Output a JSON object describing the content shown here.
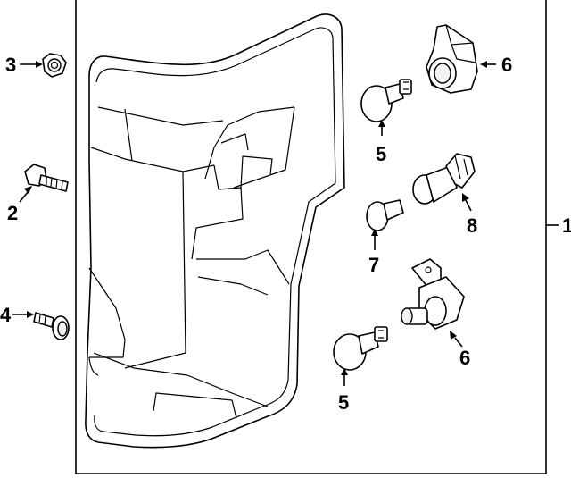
{
  "callouts": {
    "c1": "1",
    "c2": "2",
    "c3": "3",
    "c4": "4",
    "c5a": "5",
    "c5b": "5",
    "c6a": "6",
    "c6b": "6",
    "c7": "7",
    "c8": "8"
  },
  "colors": {
    "line": "#000000",
    "background": "#ffffff"
  }
}
